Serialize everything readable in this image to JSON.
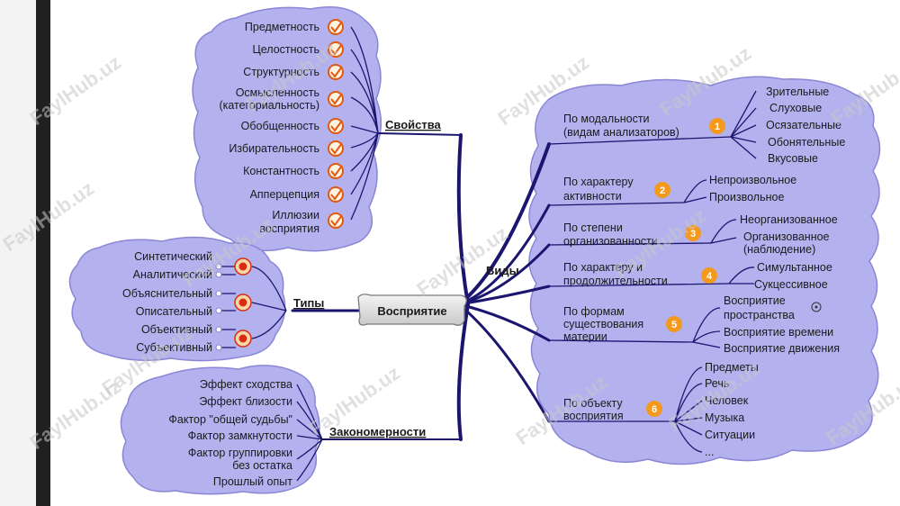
{
  "center": "Восприятие",
  "watermark": "FaylHub.uz",
  "svojstva": {
    "title": "Свойства",
    "items": [
      "Предметность",
      "Целостность",
      "Структурность",
      "Осмысленность",
      "(категориальность)",
      "Обобщенность",
      "Избирательность",
      "Константность",
      "Апперцепция",
      "Иллюзии",
      "восприятия"
    ]
  },
  "tipy": {
    "title": "Типы",
    "items": [
      "Синтетический",
      "Аналитический",
      "Объяснительный",
      "Описательный",
      "Объективный",
      "Субъективный"
    ]
  },
  "zakonomernosti": {
    "title": "Закономерности",
    "items": [
      "Эффект сходства",
      "Эффект близости",
      "Фактор \"общей судьбы\"",
      "Фактор замкнутости",
      "Фактор группировки",
      "без остатка",
      "Прошлый опыт"
    ]
  },
  "vidy": {
    "title": "Виды",
    "groups": [
      {
        "num": "1",
        "label": [
          "По модальности",
          "(видам анализаторов)"
        ],
        "items": [
          "Зрительные",
          "Слуховые",
          "Осязательные",
          "Обонятельные",
          "Вкусовые"
        ]
      },
      {
        "num": "2",
        "label": [
          "По характеру",
          "активности"
        ],
        "items": [
          "Непроизвольное",
          "Произвольное"
        ]
      },
      {
        "num": "3",
        "label": [
          "По степени",
          "организованности"
        ],
        "items": [
          "Неорганизованное",
          "Организованное",
          "(наблюдение)"
        ]
      },
      {
        "num": "4",
        "label": [
          "По характеру и",
          "продолжительности"
        ],
        "items": [
          "Симультанное",
          "Сукцессивное"
        ]
      },
      {
        "num": "5",
        "label": [
          "По формам",
          "существования",
          "материи"
        ],
        "items": [
          "Восприятие",
          "пространства",
          "Восприятие времени",
          "Восприятие движения"
        ]
      },
      {
        "num": "6",
        "label": [
          "По объекту",
          "восприятия"
        ],
        "items": [
          "Предметы",
          "Речь",
          "Человек",
          "Музыка",
          "Ситуации",
          "..."
        ]
      }
    ]
  },
  "colors": {
    "cloud": "#b4b2ee",
    "cloudStroke": "#8a86d6",
    "branch": "#1b1570",
    "check": "#e05a10",
    "badge": "#f39a1e",
    "target": "#d82d10"
  }
}
